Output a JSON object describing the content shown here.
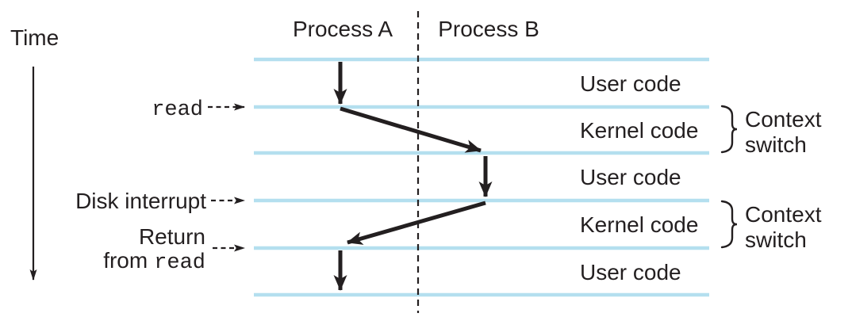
{
  "figure": {
    "time_label": "Time",
    "columns": {
      "process_a": "Process A",
      "process_b": "Process B"
    },
    "events": {
      "read_call": "read",
      "disk_interrupt": "Disk interrupt",
      "return_line1": "Return",
      "return_line2_prefix": "from",
      "return_line2_mono": "read"
    },
    "bands": [
      "User code",
      "Kernel code",
      "User code",
      "Kernel code",
      "User code"
    ],
    "context_switch": {
      "line1": "Context",
      "line2": "switch"
    },
    "colors": {
      "timeline": "#b4dfef",
      "ink": "#231f20"
    }
  }
}
